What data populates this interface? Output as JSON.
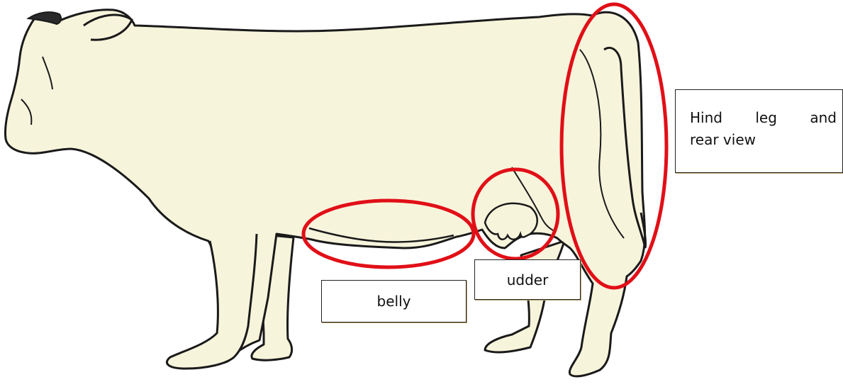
{
  "labels": {
    "belly": "belly",
    "udder": "udder",
    "hind_leg_words": [
      "Hind",
      "leg",
      "and"
    ],
    "hind_leg_line2": "rear view"
  },
  "colors": {
    "cow_fill": "#f7f4dc",
    "outline": "#1a1a1a",
    "highlight": "#e10f17"
  }
}
